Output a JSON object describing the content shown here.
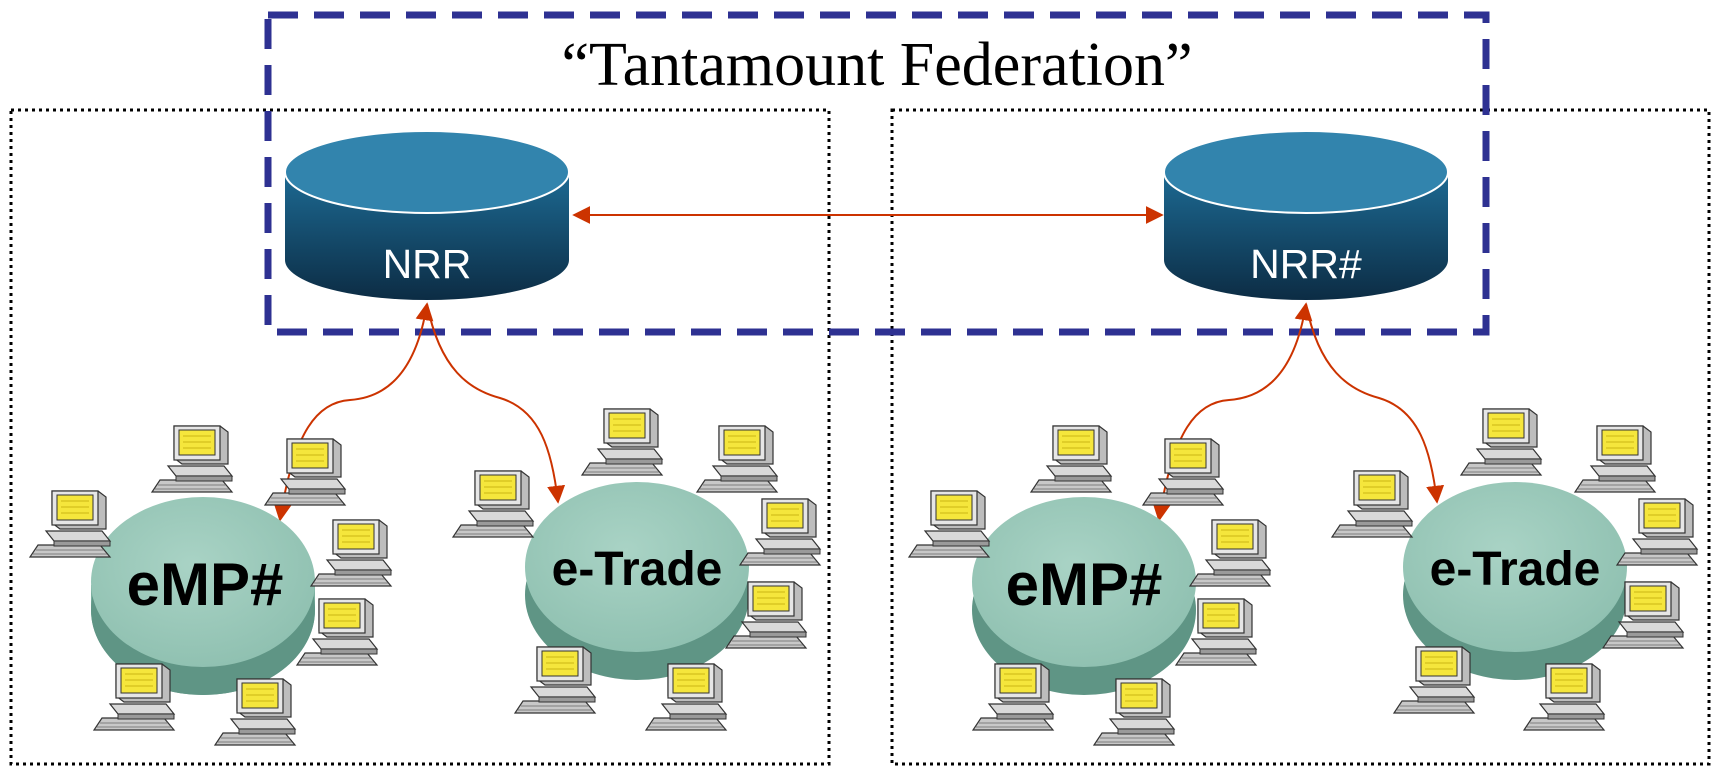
{
  "federation": {
    "title": "“Tantamount Federation”"
  },
  "domains": [
    {
      "registry": {
        "label": "NRR"
      },
      "networks": [
        {
          "label": "eMP#"
        },
        {
          "label": "e-Trade"
        }
      ]
    },
    {
      "registry": {
        "label": "NRR#"
      },
      "networks": [
        {
          "label": "eMP#"
        },
        {
          "label": "e-Trade"
        }
      ]
    }
  ],
  "colors": {
    "federation_border": "#2e3192",
    "domain_border": "#000000",
    "arrow": "#cc3300",
    "db_top": "#3284ad",
    "db_body_top": "#1d6a93",
    "db_body_bottom": "#0c2c44",
    "network_fill": "#93c4b4",
    "network_side": "#6ea595",
    "monitor_screen": "#f5e63c"
  }
}
